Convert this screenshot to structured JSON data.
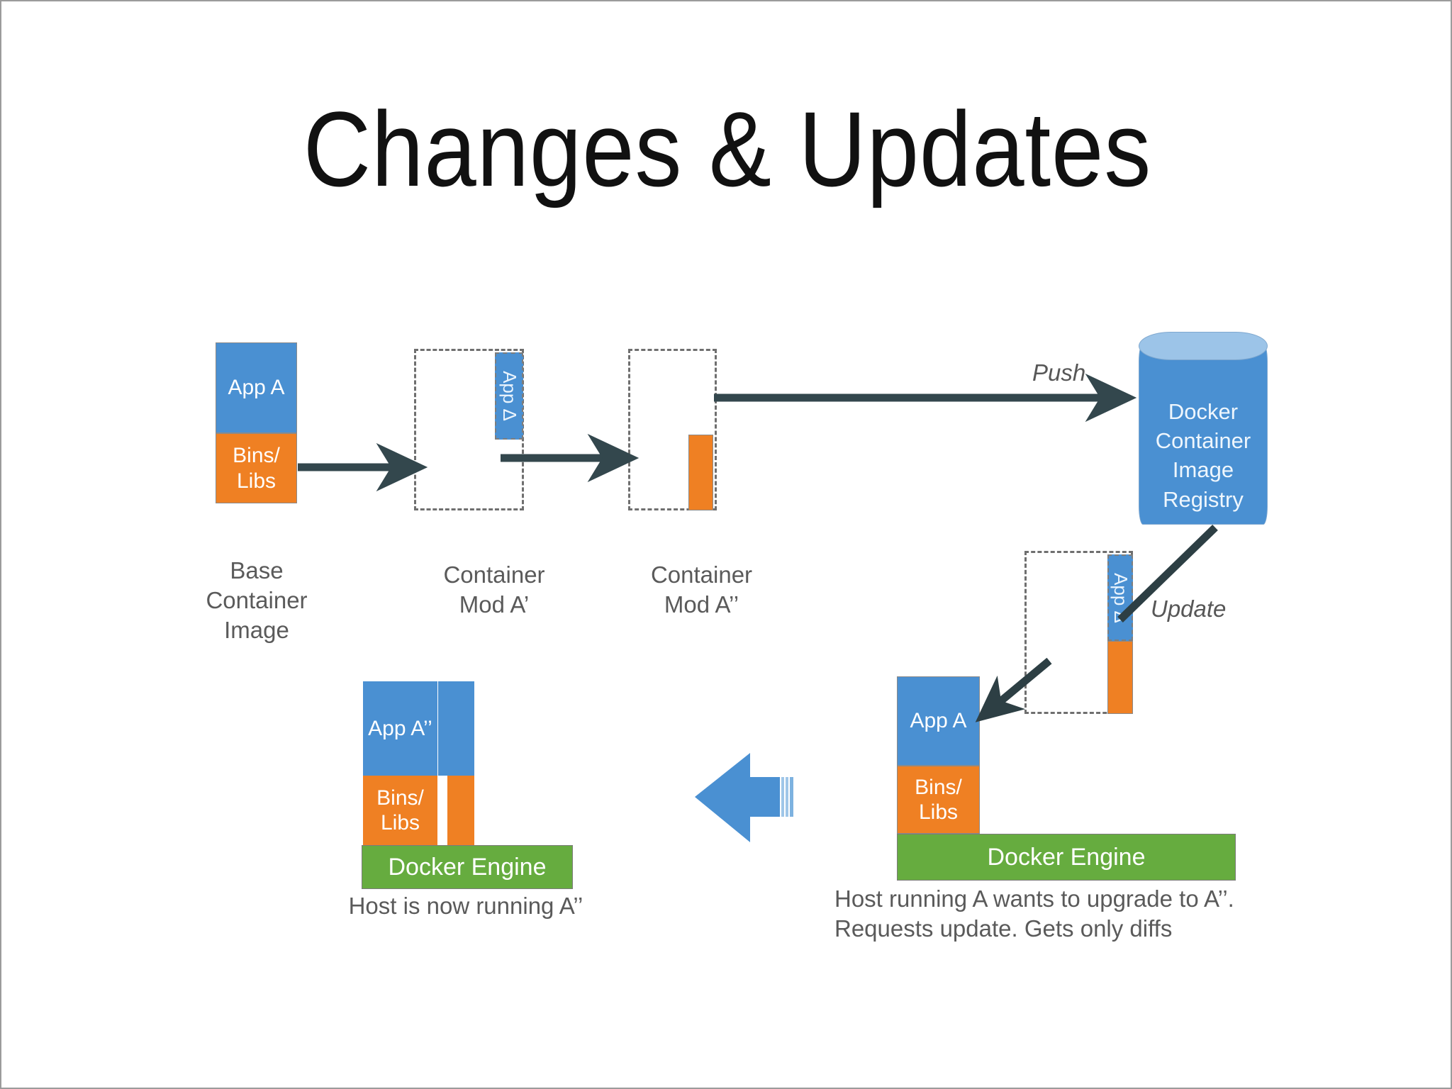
{
  "slide": {
    "title": "Changes & Updates",
    "background": "#ffffff",
    "border_color": "#9b9b9b"
  },
  "colors": {
    "app_blue": "#4a90d2",
    "bins_orange": "#ef8023",
    "engine_green": "#66ac3f",
    "arrow_dark": "#33474d",
    "dashed_gray": "#6f6f6f",
    "caption_gray": "#5a5a5a",
    "cylinder_top": "#9cc4e8"
  },
  "stage1": {
    "app_label": "App\nA",
    "bins_label": "Bins/\nLibs",
    "caption": "Base\nContainer\nImage"
  },
  "stage2": {
    "delta_label": "App Δ",
    "caption": "Container\nMod A’"
  },
  "stage3": {
    "caption": "Container\nMod A’’"
  },
  "registry": {
    "label": "Docker\nContainer\nImage\nRegistry"
  },
  "flow": {
    "push_label": "Push",
    "update_label": "Update"
  },
  "update_patch": {
    "delta_label": "App Δ"
  },
  "host_before": {
    "app_label": "App\nA",
    "bins_label": "Bins/\nLibs",
    "engine_label": "Docker Engine",
    "caption": "Host running A wants to upgrade to A’’.\nRequests update. Gets only diffs"
  },
  "host_after": {
    "app_label": "App\nA’’",
    "bins_label": "Bins/\nLibs",
    "engine_label": "Docker Engine",
    "caption": "Host is now running A’’"
  },
  "icons": {
    "arrow_right": "arrow-right-icon",
    "arrow_left_block": "arrow-left-block-icon",
    "arrow_diagonal": "arrow-diagonal-icon"
  }
}
